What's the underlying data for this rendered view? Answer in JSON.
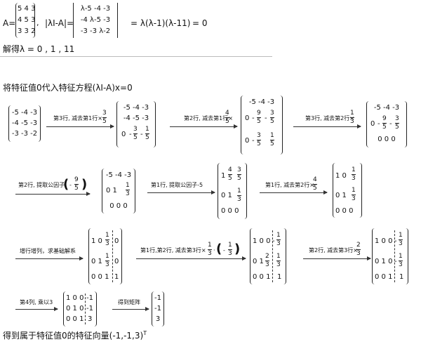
{
  "header": {
    "a_eq": "A=",
    "a_rows": [
      "5 4 3",
      "4 5 3",
      "3 3 2"
    ],
    "comma": ",",
    "det_label": "|λI-A|=",
    "det_rows": [
      "λ-5  -4  -3",
      "-4  λ-5  -3",
      "-3  -3  λ-2"
    ],
    "result": "= λ(λ-1)(λ-11)",
    "result_zero": "= 0",
    "eigen": "解得λ = 0 , 1 , 11"
  },
  "section_title": "将特征值0代入特征方程(λI-A)x=0",
  "m1": [
    "-5 -4 -3",
    "-4 -5 -3",
    "-3 -3 -2"
  ],
  "op1": {
    "text": "第3行, 减去第1行×",
    "num": "3",
    "den": "5"
  },
  "m2": {
    "r1": "-5  -4  -3",
    "r2": "-4  -5  -3",
    "r3_a": "0",
    "r3_b": "-",
    "n1": "3",
    "d1": "5",
    "r3_c": "-",
    "n2": "1",
    "d2": "5"
  },
  "op2": {
    "text": "第2行, 减去第1行×",
    "num": "4",
    "den": "5"
  },
  "m3": {
    "r1": "-5  -4  -3",
    "zero": "0",
    "minus": "-",
    "n9": "9",
    "n3": "3",
    "n1": "1",
    "d5": "5"
  },
  "op3": {
    "text": "第3行, 减去第2行×",
    "num": "1",
    "den": "3"
  },
  "m4": {
    "r1": "-5  -4  -3",
    "zero": "0",
    "minus": "-",
    "n9": "9",
    "n3": "3",
    "d5": "5",
    "r3": "0   0   0"
  },
  "op4": {
    "text": "第2行, 提取公因子",
    "num": "9",
    "den": "5",
    "minus": "-",
    "lp": "(",
    "rp": ")"
  },
  "m5": {
    "r1": "-5 -4 -3",
    "r2a": "0  1",
    "n1": "1",
    "d3": "3",
    "r3": "0  0  0"
  },
  "op5": {
    "text": "第1行, 提取公因子-5"
  },
  "m6": {
    "one": "1",
    "n4": "4",
    "n3": "3",
    "d5": "5",
    "r2a": "0  1",
    "n1": "1",
    "d3": "3",
    "r3": "0  0  0"
  },
  "op6": {
    "text": "第1行, 减去第2行×",
    "num": "4",
    "den": "5"
  },
  "m7": {
    "r1a": "1 0",
    "r2a": "0 1",
    "n1": "1",
    "d3": "3",
    "r3": "0 0 0"
  },
  "op7": {
    "text": "增行增列，求基础解系"
  },
  "m8": {
    "r1a": "1 0",
    "r2a": "0 1",
    "n1": "1",
    "d3": "3",
    "r3a": "0 0  1",
    "c0": "0",
    "c1": "1"
  },
  "op8": {
    "text": "第1行,第2行, 减去第3行×",
    "n1": "1",
    "d3": "3",
    "dot": "·",
    "lp": "(",
    "minus": "-",
    "rp": ")"
  },
  "m9": {
    "r1": "1 0 0",
    "r2": "0 1",
    "n2": "2",
    "d3": "3",
    "r3": "0 0 1",
    "c3": "1",
    "minus": "-",
    "n1": "1"
  },
  "op9": {
    "text": "第2行, 减去第3行×",
    "num": "2",
    "den": "3"
  },
  "m10": {
    "r1": "1 0 0",
    "r2": "0 1 0",
    "r3": "0 0 1",
    "minus": "-",
    "n1": "1",
    "d3": "3",
    "c3": "1"
  },
  "op10": {
    "text": "第4列, 乘以3"
  },
  "m11": {
    "r1": "1 0 0",
    "r2": "0 1 0",
    "r3": "0 0 1",
    "c1": "-1",
    "c2": "-1",
    "c3": "3"
  },
  "op11": {
    "text": "得到矩阵"
  },
  "m12": [
    "-1",
    "-1",
    "3"
  ],
  "conclusion": {
    "text": "得到属于特征值0的特征向量(-1,-1,3)",
    "sup": "T"
  }
}
